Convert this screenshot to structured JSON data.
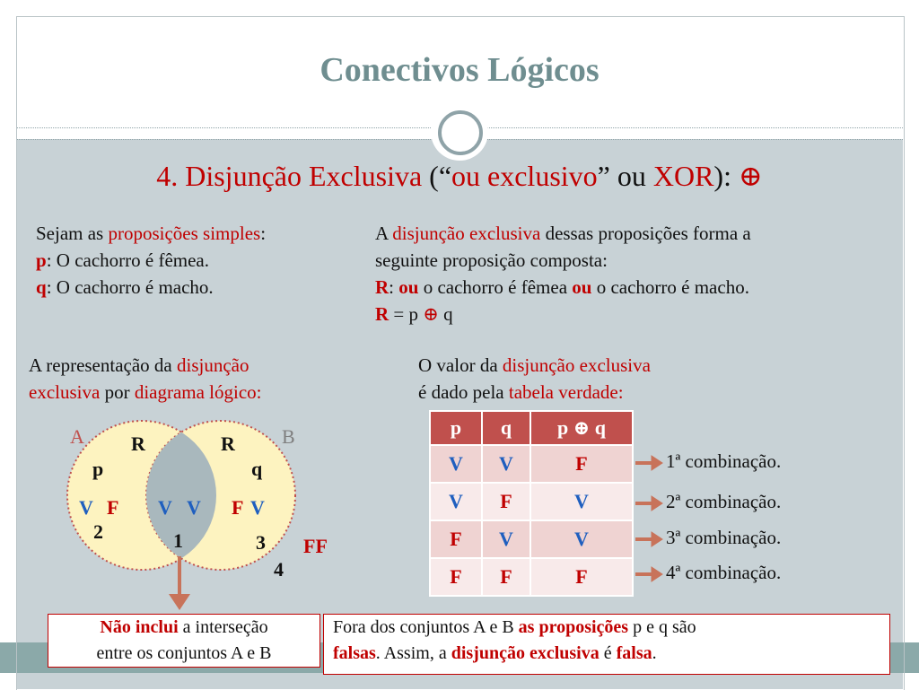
{
  "slide": {
    "title": "Conectivos Lógicos",
    "subtitle": {
      "number": "4.",
      "name": "Disjunção Exclusiva",
      "open": " (“",
      "alias": "ou exclusivo",
      "mid": "” ou ",
      "xor": "XOR",
      "close": "): ",
      "symbol": "⊕"
    }
  },
  "left_text": {
    "intro_a": "Sejam as ",
    "intro_b": "proposições simples",
    "intro_c": ":",
    "p_key": "p",
    "p_text": ": O cachorro é fêmea.",
    "q_key": "q",
    "q_text": ": O cachorro é macho."
  },
  "right_text": {
    "line1_a": "A ",
    "line1_b": "disjunção exclusiva",
    "line1_c": " dessas proposições forma a",
    "line2": "seguinte proposição composta:",
    "r_key": "R",
    "r_colon": ": ",
    "ou1": "ou",
    "r_mid": " o cachorro é fêmea ",
    "ou2": "ou",
    "r_end": " o cachorro é macho.",
    "formula_r": "R",
    "formula_a": " = p ",
    "formula_sym": "⊕",
    "formula_b": " q"
  },
  "diagram_caption": {
    "a": "A representação da ",
    "b": "disjunção",
    "c": "exclusiva",
    "d": " por ",
    "e": "diagrama lógico:"
  },
  "table_caption": {
    "a": "O valor da ",
    "b": "disjunção exclusiva",
    "c": "é dado pela ",
    "d": "tabela verdade:"
  },
  "venn": {
    "set_a": "A",
    "set_b": "B",
    "r_left": "R",
    "r_right": "R",
    "p": "p",
    "q": "q",
    "left_v": "V",
    "left_f": "F",
    "mid_v1": "V",
    "mid_v2": "V",
    "right_f": "F",
    "right_v": "V",
    "region_2": "2",
    "region_1": "1",
    "region_3": "3",
    "region_4": "4",
    "outside_ff": "FF",
    "colors": {
      "circle_fill": "#fdf3c0",
      "intersection_fill": "#a9b8bd",
      "true": "#1f5fbf",
      "false": "#c00000"
    }
  },
  "truth_table": {
    "headers": [
      "p",
      "q",
      "p ⊕ q"
    ],
    "rows": [
      [
        "V",
        "V",
        "F"
      ],
      [
        "V",
        "F",
        "V"
      ],
      [
        "F",
        "V",
        "V"
      ],
      [
        "F",
        "F",
        "F"
      ]
    ],
    "combinations": [
      "1ª combinação.",
      "2ª combinação.",
      "3ª combinação.",
      "4ª combinação."
    ]
  },
  "note_left": {
    "bold": "Não inclui",
    "rest1": " a interseção",
    "line2": "entre os conjuntos A e B"
  },
  "note_right": {
    "a": "Fora dos conjuntos A e B ",
    "b": "as proposições",
    "c": " p e q são",
    "d": "falsas",
    "e": ". Assim, a ",
    "f": "disjunção exclusiva",
    "g": " é ",
    "h": "falsa",
    "i": "."
  }
}
